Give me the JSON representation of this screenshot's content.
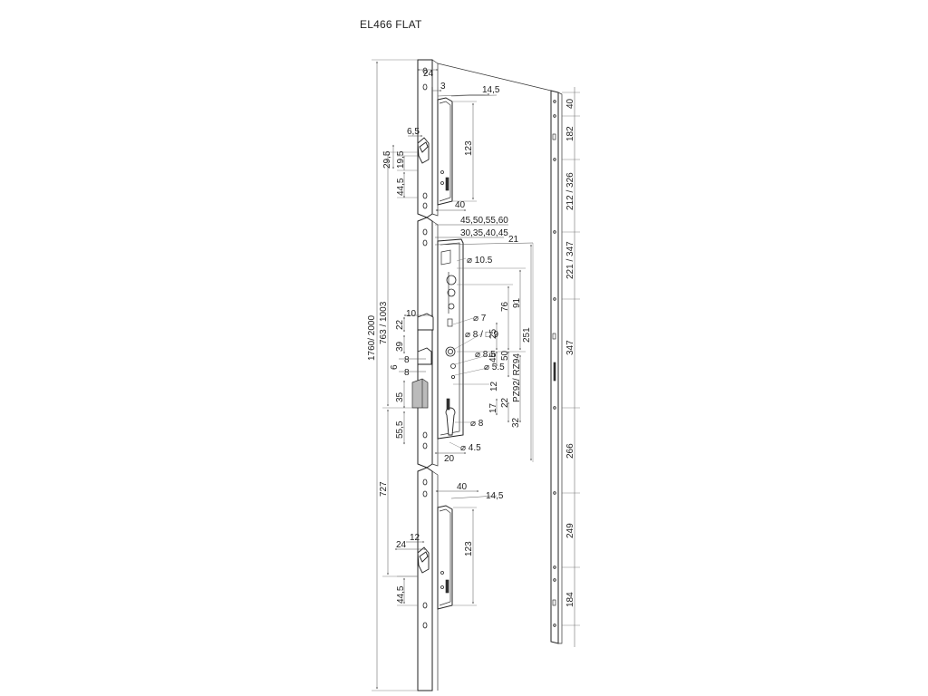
{
  "title": "EL466 FLAT",
  "top_lock": {
    "labels": [
      "24",
      "3",
      "14,5",
      "123",
      "6,5",
      "29,5",
      "19,5",
      "44,5",
      "40"
    ]
  },
  "center_lock": {
    "labels": [
      "45,50,55,60",
      "30,35,40,45",
      "21",
      "⌀ 10.5",
      "⌀ 7",
      "⌀ 8 / □ 9",
      "⌀ 8.5",
      "⌀ 5.5",
      "⌀ 8",
      "⌀ 4.5",
      "76",
      "91",
      "25",
      "45",
      "50",
      "251",
      "PZ92/ RZ94",
      "12",
      "17",
      "22",
      "32",
      "20",
      "10",
      "22",
      "39",
      "6",
      "8",
      "8",
      "35",
      "55,5",
      "763 / 1003",
      "1760/ 2000"
    ]
  },
  "bottom_lock": {
    "labels": [
      "727",
      "40",
      "14,5",
      "24",
      "12",
      "123",
      "44,5"
    ]
  },
  "side_strip": {
    "labels": [
      "40",
      "182",
      "212 / 326",
      "221 / 347",
      "347",
      "266",
      "249",
      "184"
    ]
  }
}
